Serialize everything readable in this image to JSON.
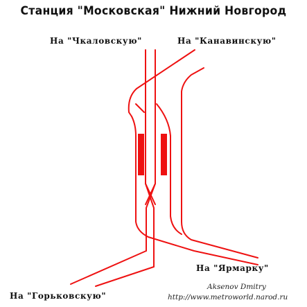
{
  "title": "Станция \"Московская\" Нижний Новгород",
  "destinations": {
    "chkalovskaya": "На  \"Чкаловскую\"",
    "kanavinskaya": "На  \"Канавинскую\"",
    "yarmarka": "На  \"Ярмарку\"",
    "gorkovskaya": "На  \"Горьковскую\""
  },
  "author": {
    "name": "Aksenov Dmitry",
    "url": "http://www.metroworld.narod.ru"
  },
  "colors": {
    "track": "#ee1111",
    "platform": "#ee1111",
    "text": "#111111"
  }
}
